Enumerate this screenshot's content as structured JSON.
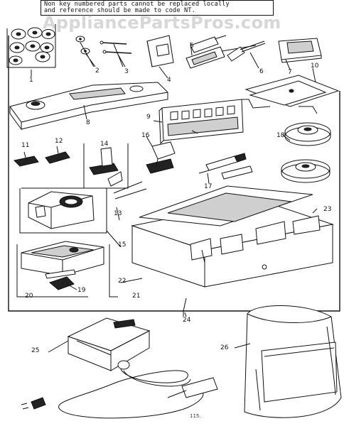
{
  "note": {
    "line1": "Non key numbered parts cannot be replaced locally",
    "line2": "and reference should be made to code NT."
  },
  "watermark": "AppliancePartsPros.com",
  "page_number": "115.",
  "callouts": [
    {
      "id": "1",
      "label": "1"
    },
    {
      "id": "2",
      "label": "2"
    },
    {
      "id": "3",
      "label": "3"
    },
    {
      "id": "4",
      "label": "4"
    },
    {
      "id": "5",
      "label": "5"
    },
    {
      "id": "6",
      "label": "6"
    },
    {
      "id": "7",
      "label": "7"
    },
    {
      "id": "8",
      "label": "8"
    },
    {
      "id": "9",
      "label": "9"
    },
    {
      "id": "10",
      "label": "10"
    },
    {
      "id": "11",
      "label": "11"
    },
    {
      "id": "12",
      "label": "12"
    },
    {
      "id": "13",
      "label": "13"
    },
    {
      "id": "14",
      "label": "14"
    },
    {
      "id": "15",
      "label": "15"
    },
    {
      "id": "16",
      "label": "16"
    },
    {
      "id": "17",
      "label": "17"
    },
    {
      "id": "18",
      "label": "18"
    },
    {
      "id": "19",
      "label": "19"
    },
    {
      "id": "20",
      "label": "20"
    },
    {
      "id": "21",
      "label": "21"
    },
    {
      "id": "22",
      "label": "22"
    },
    {
      "id": "23",
      "label": "23"
    },
    {
      "id": "24",
      "label": "24"
    },
    {
      "id": "25",
      "label": "25"
    },
    {
      "id": "26",
      "label": "26"
    }
  ]
}
